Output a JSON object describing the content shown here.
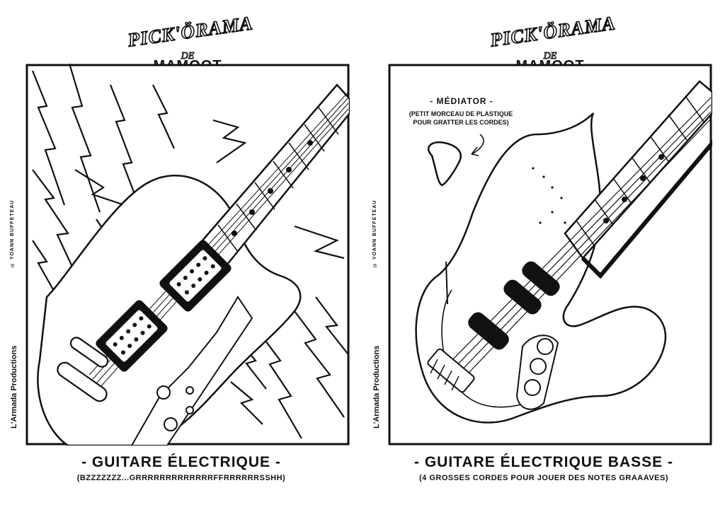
{
  "brand": {
    "top": "PICK'ÖRAMA",
    "mid": "DE",
    "bottom": "MAMOOT"
  },
  "credits": {
    "artist": "© YOANN BUFFETEAU",
    "producer": "L'Armada Productions"
  },
  "left": {
    "title": "- GUITARE ÉLECTRIQUE -",
    "subtitle": "(BZZZZZZZ...GRRRRRRRRRRRRRFFRRRRRRSSHH)",
    "icon": "electric-guitar-drawing"
  },
  "right": {
    "title": "- GUITARE ÉLECTRIQUE BASSE -",
    "subtitle": "(4 GROSSES CORDES POUR JOUER DES NOTES GRAAAVES)",
    "icon": "bass-guitar-drawing",
    "note": {
      "title": "- MÉDIATOR -",
      "line1": "(PETIT MORCEAU DE PLASTIQUE",
      "line2": "POUR GRATTER LES CORDES)"
    }
  },
  "colors": {
    "ink": "#111111",
    "paper": "#ffffff"
  }
}
